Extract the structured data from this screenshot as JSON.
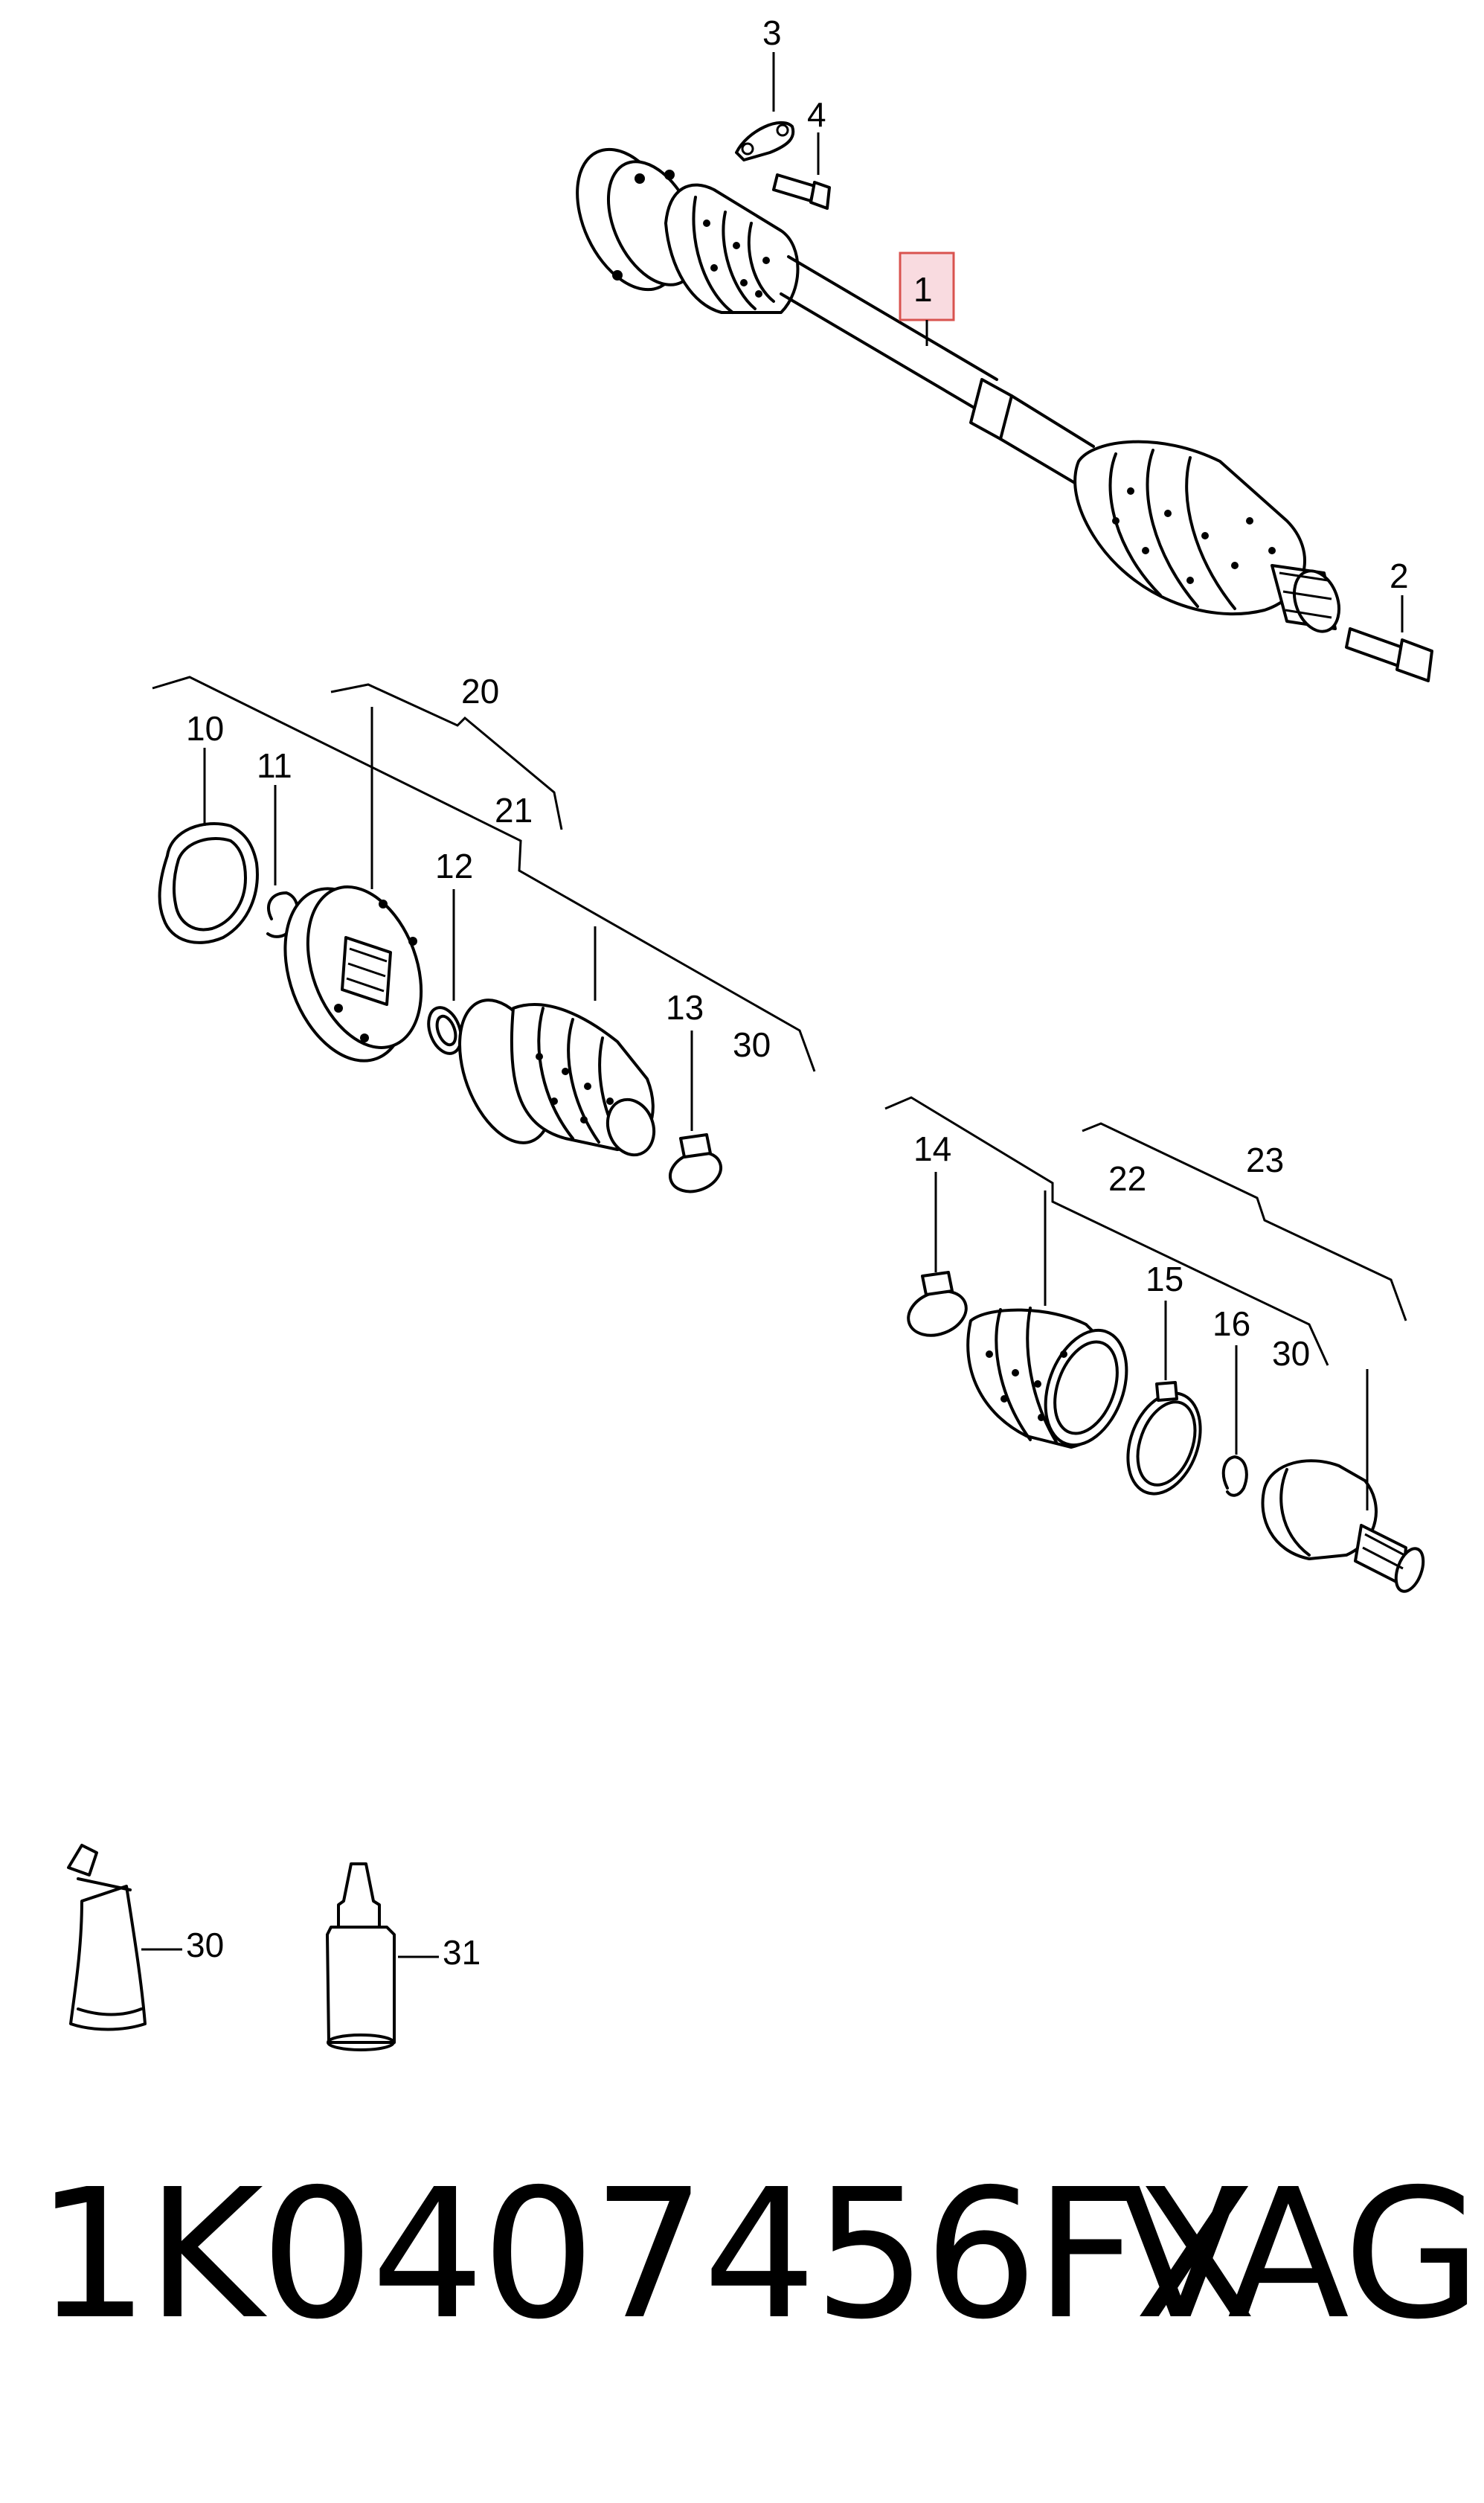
{
  "callouts": {
    "c1": "1",
    "c2": "2",
    "c3": "3",
    "c4": "4",
    "c10": "10",
    "c11": "11",
    "c12": "12",
    "c13": "13",
    "c14": "14",
    "c15": "15",
    "c16": "16",
    "c20": "20",
    "c21": "21",
    "c22": "22",
    "c23": "23",
    "c30a": "30",
    "c30b": "30",
    "c30c": "30",
    "c31": "31"
  },
  "footer": {
    "part_number": "1K0407456FX",
    "brand": "VAG"
  },
  "colors": {
    "ink": "#000000",
    "background": "#ffffff",
    "highlight_box_fill": "#f9dbe0",
    "highlight_box_stroke": "#d9534f"
  }
}
